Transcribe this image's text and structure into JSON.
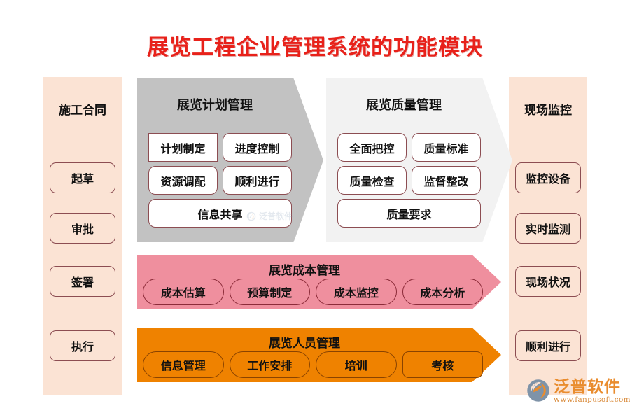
{
  "title": "展览工程企业管理系统的功能模块",
  "title_color": "#e8211a",
  "columns": {
    "left": {
      "header": "施工合同",
      "items": [
        "起草",
        "审批",
        "签署",
        "执行"
      ],
      "bg_color": "#fbe3d4"
    },
    "right": {
      "header": "现场监控",
      "items": [
        "监控设备",
        "实时监测",
        "现场状况",
        "顺利进行"
      ],
      "bg_color": "#fbe3d4"
    }
  },
  "panels": [
    {
      "title": "展览计划管理",
      "bg_color": "#c2c2c2",
      "items": [
        "计划制定",
        "进度控制",
        "资源调配",
        "顺利进行",
        "信息共享"
      ]
    },
    {
      "title": "展览质量管理",
      "bg_color": "#f2f2f2",
      "items": [
        "全面把控",
        "质量标准",
        "质量检查",
        "监督整改",
        "质量要求"
      ]
    }
  ],
  "bars": [
    {
      "title": "展览成本管理",
      "bg_color": "#ef8f9e",
      "items": [
        "成本估算",
        "预算制定",
        "成本监控",
        "成本分析"
      ]
    },
    {
      "title": "展览人员管理",
      "bg_color": "#ef8200",
      "items": [
        "信息管理",
        "工作安排",
        "培训",
        "考核"
      ]
    }
  ],
  "logo": {
    "name": "泛普软件",
    "url": "www.fanpusoft.com",
    "color": "#e98c2e"
  },
  "watermark": {
    "text": "泛普软件"
  }
}
